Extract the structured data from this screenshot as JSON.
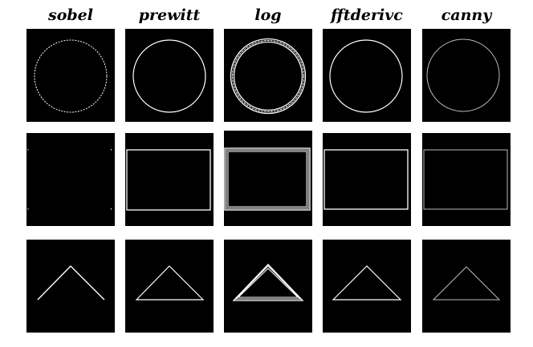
{
  "titles": {
    "sobel": "sobel",
    "prewitt": "prewitt",
    "log": "log",
    "fftderivc": "fftderivc",
    "canny": "canny"
  },
  "colors": {
    "background": "#000000",
    "edge": "#ffffff",
    "canny_edge": "#bdbdbd"
  },
  "shapes": [
    "circle",
    "rectangle",
    "triangle"
  ]
}
